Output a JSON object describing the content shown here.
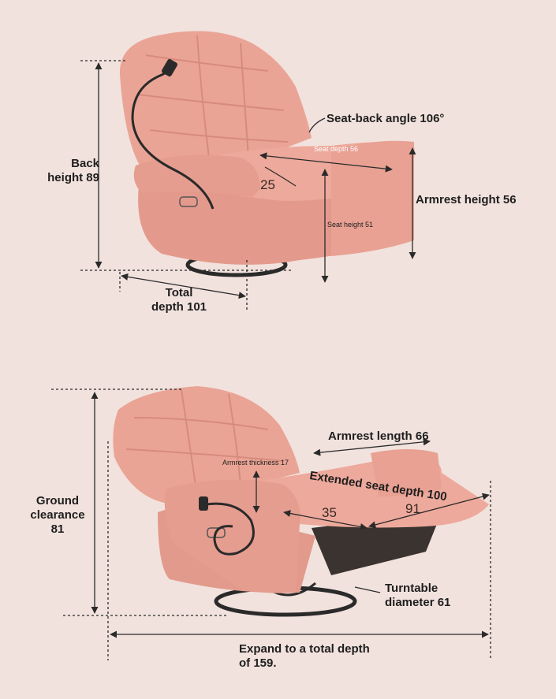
{
  "colors": {
    "background": "#f1e2dd",
    "upholstery": "#e9a193",
    "upholstery_shadow": "#c97a6c",
    "metal": "#2a2a2a",
    "text": "#1e1e1e"
  },
  "top_diagram": {
    "back_height": "Back\nheight 89",
    "seat_back_angle": "Seat-back angle 106°",
    "seat_depth": "Seat depth 56",
    "angle_value": "25",
    "armrest_height": "Armrest height 56",
    "seat_height": "Seat height 51",
    "total_depth": "Total\ndepth 101"
  },
  "bottom_diagram": {
    "armrest_length": "Armrest length 66",
    "armrest_thickness": "Armrest thickness 17",
    "extended_seat_depth": "Extended seat depth 100",
    "ground_clearance": "Ground\nclearance 81",
    "value_35": "35",
    "value_91": "91",
    "turntable_diameter": "Turntable\ndiameter 61",
    "expand_total_depth": "Expand to a total depth\nof 159."
  }
}
